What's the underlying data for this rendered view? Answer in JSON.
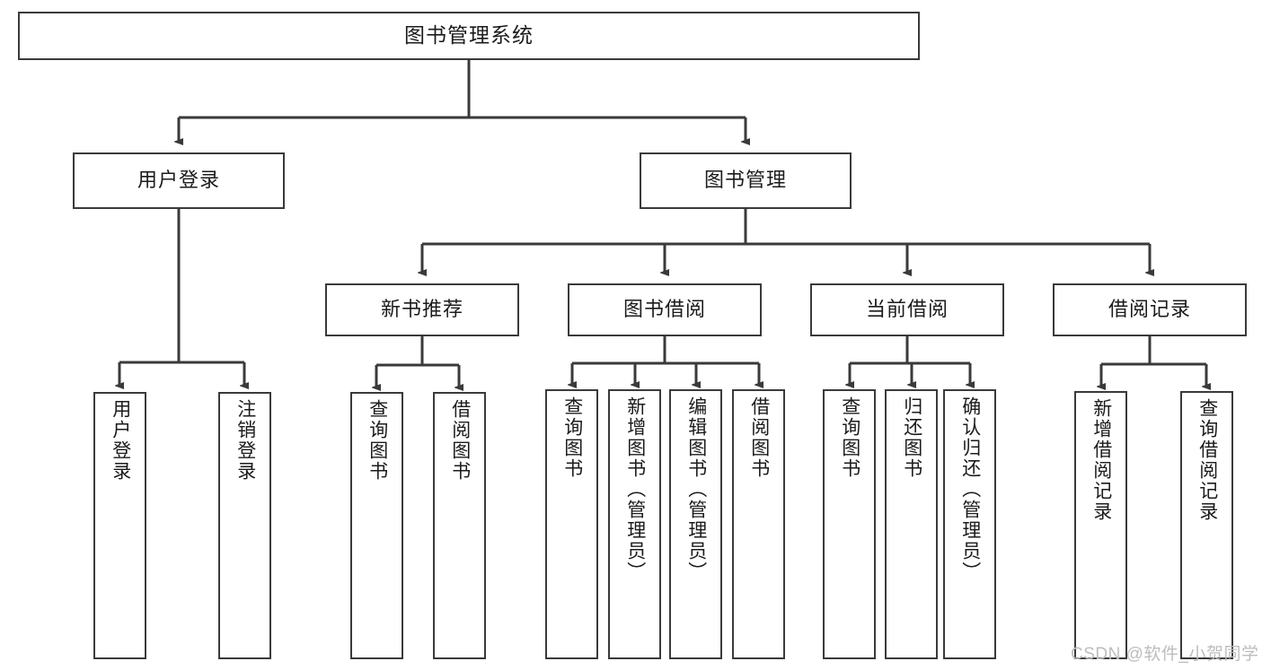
{
  "diagram": {
    "title": "图书管理系统",
    "type": "tree",
    "root": {
      "id": "root",
      "label": "图书管理系统"
    },
    "level2": [
      {
        "id": "user-login",
        "label": "用户登录"
      },
      {
        "id": "book-manage",
        "label": "图书管理"
      }
    ],
    "level3": [
      {
        "id": "new-book-recommend",
        "label": "新书推荐",
        "parent": "book-manage"
      },
      {
        "id": "book-borrow",
        "label": "图书借阅",
        "parent": "book-manage"
      },
      {
        "id": "current-borrow",
        "label": "当前借阅",
        "parent": "book-manage"
      },
      {
        "id": "borrow-record",
        "label": "借阅记录",
        "parent": "book-manage"
      }
    ],
    "leaves": {
      "user-login": [
        {
          "id": "leaf-user-login",
          "label": "用户登录"
        },
        {
          "id": "leaf-logout-login",
          "label": "注销登录"
        }
      ],
      "new-book-recommend": [
        {
          "id": "leaf-query-book-1",
          "label": "查询图书"
        },
        {
          "id": "leaf-borrow-book-1",
          "label": "借阅图书"
        }
      ],
      "book-borrow": [
        {
          "id": "leaf-query-book-2",
          "label": "查询图书"
        },
        {
          "id": "leaf-add-book",
          "label": "新增图书（管理员）"
        },
        {
          "id": "leaf-edit-book",
          "label": "编辑图书（管理员）"
        },
        {
          "id": "leaf-borrow-book-2",
          "label": "借阅图书"
        }
      ],
      "current-borrow": [
        {
          "id": "leaf-query-book-3",
          "label": "查询图书"
        },
        {
          "id": "leaf-return-book",
          "label": "归还图书"
        },
        {
          "id": "leaf-confirm-return",
          "label": "确认归还（管理员）"
        }
      ],
      "borrow-record": [
        {
          "id": "leaf-add-record",
          "label": "新增借阅记录"
        },
        {
          "id": "leaf-query-record",
          "label": "查询借阅记录"
        }
      ]
    }
  },
  "watermark": {
    "text": "CSDN @软件_小贺同学"
  },
  "colors": {
    "stroke": "#3a3a3a",
    "text": "#1b1b1b",
    "background": "#ffffff",
    "watermark": "#bdbdbd"
  }
}
